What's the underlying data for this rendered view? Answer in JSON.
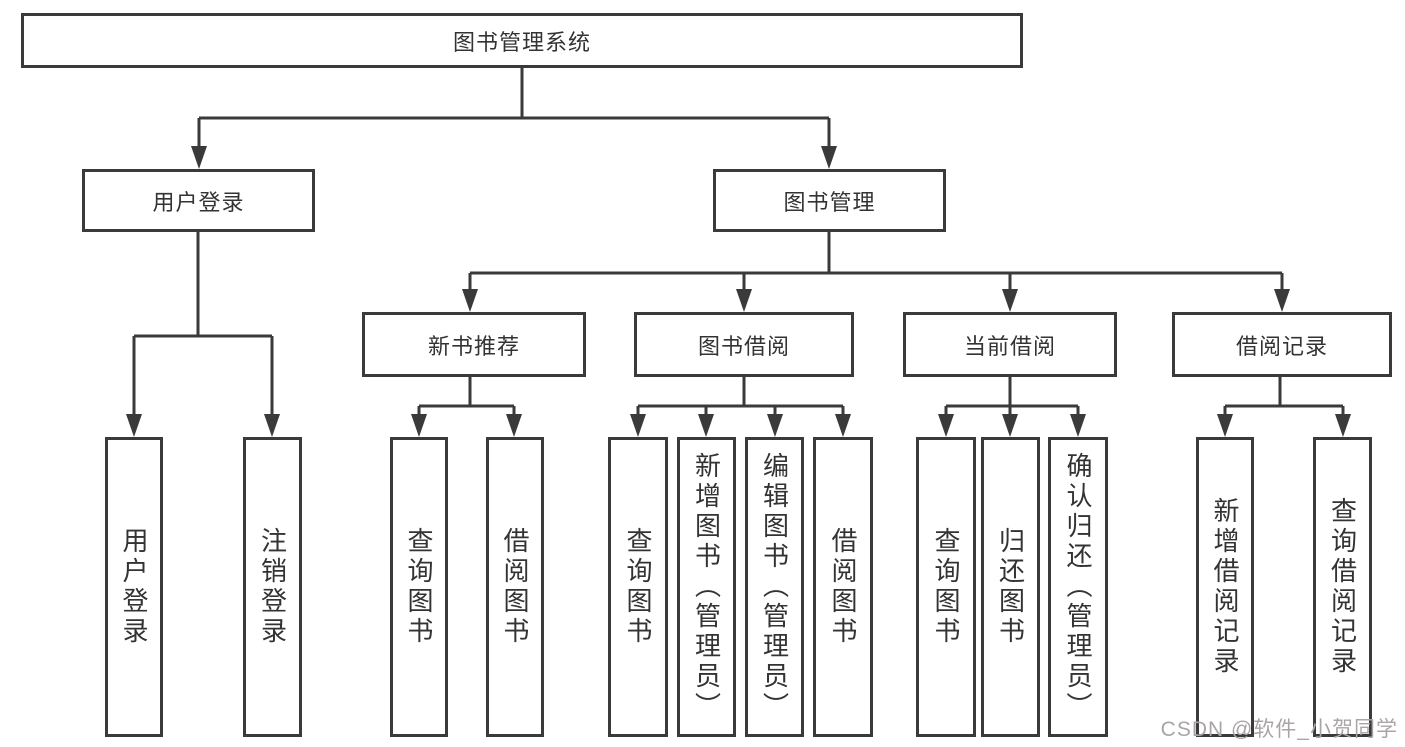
{
  "diagram": {
    "root": "图书管理系统",
    "user_login": {
      "label": "用户登录",
      "children": {
        "login": "用户登录",
        "logout": "注销登录"
      }
    },
    "book_mgmt": {
      "label": "图书管理",
      "new_book_rec": {
        "label": "新书推荐",
        "children": {
          "query_book": "查询图书",
          "borrow_book": "借阅图书"
        }
      },
      "book_borrow": {
        "label": "图书借阅",
        "children": {
          "query_book": "查询图书",
          "add_book": "新增图书（管理员）",
          "edit_book": "编辑图书（管理员）",
          "borrow_book": "借阅图书"
        }
      },
      "current_borrow": {
        "label": "当前借阅",
        "children": {
          "query_book": "查询图书",
          "return_book": "归还图书",
          "confirm_return": "确认归还（管理员）"
        }
      },
      "borrow_records": {
        "label": "借阅记录",
        "children": {
          "add_record": "新增借阅记录",
          "query_record": "查询借阅记录"
        }
      }
    }
  },
  "watermark": "CSDN @软件_小贺同学",
  "colors": {
    "line": "#3a3a3a",
    "text": "#333333",
    "background": "#ffffff",
    "watermark": "#a9a5a5"
  }
}
